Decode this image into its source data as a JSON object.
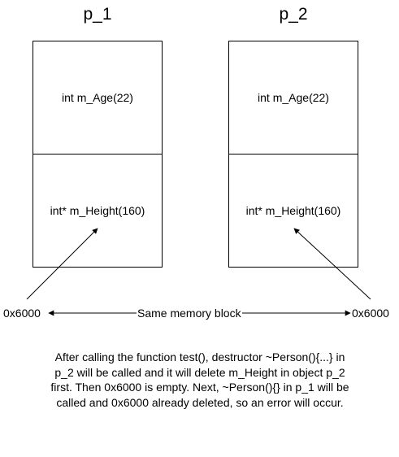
{
  "objects": [
    {
      "name": "p_1",
      "field_top": "int m_Age(22)",
      "field_bottom": "int* m_Height(160)"
    },
    {
      "name": "p_2",
      "field_top": "int m_Age(22)",
      "field_bottom": "int* m_Height(160)"
    }
  ],
  "address_left": "0x6000",
  "address_right": "0x6000",
  "connector_label": "Same memory block",
  "note": "After calling the function test(), destructor ~Person(){...} in p_2 will be called and it will delete m_Height in object p_2 first. Then 0x6000 is empty. Next, ~Person(){} in p_1 will be called and 0x6000 already deleted, so an error will occur."
}
